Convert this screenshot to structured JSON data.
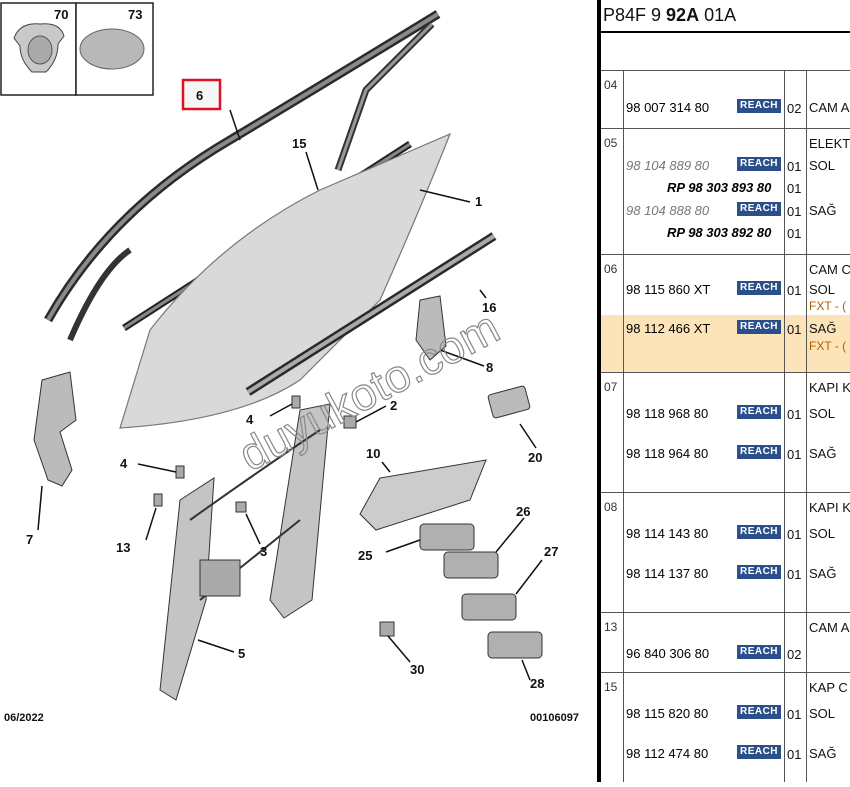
{
  "diagram": {
    "callouts": {
      "c1": "1",
      "c2": "2",
      "c3": "3",
      "c4a": "4",
      "c4b": "4",
      "c5": "5",
      "c6": "6",
      "c7": "7",
      "c8": "8",
      "c10": "10",
      "c13": "13",
      "c15": "15",
      "c16": "16",
      "c20": "20",
      "c25": "25",
      "c26": "26",
      "c27": "27",
      "c28": "28",
      "c30": "30",
      "c70": "70",
      "c73": "73"
    },
    "footer_date": "06/2022",
    "footer_code": "00106097",
    "watermark": "duyukoto.com"
  },
  "panel": {
    "header": {
      "pre": "P84F 9 ",
      "bold": "92A",
      "post": " 01A"
    },
    "badge": "REACH",
    "groups": [
      {
        "num": "04",
        "rows": [
          {
            "pn": "98 007 314 80",
            "style": "normal",
            "reach": true,
            "qty": "02",
            "desc": "CAM A"
          }
        ]
      },
      {
        "num": "05",
        "rows": [
          {
            "pn": "",
            "style": "normal",
            "reach": false,
            "qty": "",
            "desc": "ELEKT"
          },
          {
            "pn": "98 104 889 80",
            "style": "old",
            "reach": true,
            "qty": "01",
            "desc": "SOL"
          },
          {
            "pn": "RP 98 303 893 80",
            "style": "rp",
            "reach": false,
            "qty": "01",
            "desc": ""
          },
          {
            "pn": "98 104 888 80",
            "style": "old",
            "reach": true,
            "qty": "01",
            "desc": "SAĞ"
          },
          {
            "pn": "RP 98 303 892 80",
            "style": "rp",
            "reach": false,
            "qty": "01",
            "desc": ""
          }
        ]
      },
      {
        "num": "06",
        "rows": [
          {
            "pn": "",
            "style": "normal",
            "reach": false,
            "qty": "",
            "desc": "CAM C"
          },
          {
            "pn": "98 115 860 XT",
            "style": "normal",
            "reach": true,
            "qty": "01",
            "desc": "SOL"
          },
          {
            "pn": "",
            "style": "normal",
            "reach": false,
            "qty": "",
            "desc": "FXT - (",
            "sub": true
          },
          {
            "pn": "98 112 466 XT",
            "style": "normal",
            "reach": true,
            "qty": "01",
            "desc": "SAĞ",
            "highlight": true
          },
          {
            "pn": "",
            "style": "normal",
            "reach": false,
            "qty": "",
            "desc": "FXT - (",
            "sub": true
          }
        ]
      },
      {
        "num": "07",
        "rows": [
          {
            "pn": "",
            "style": "normal",
            "reach": false,
            "qty": "",
            "desc": "KAPI K"
          },
          {
            "pn": "98 118 968 80",
            "style": "normal",
            "reach": true,
            "qty": "01",
            "desc": "SOL"
          },
          {
            "pn": "98 118 964 80",
            "style": "normal",
            "reach": true,
            "qty": "01",
            "desc": "SAĞ"
          }
        ]
      },
      {
        "num": "08",
        "rows": [
          {
            "pn": "",
            "style": "normal",
            "reach": false,
            "qty": "",
            "desc": "KAPI K"
          },
          {
            "pn": "98 114 143 80",
            "style": "normal",
            "reach": true,
            "qty": "01",
            "desc": "SOL"
          },
          {
            "pn": "98 114 137 80",
            "style": "normal",
            "reach": true,
            "qty": "01",
            "desc": "SAĞ"
          }
        ]
      },
      {
        "num": "13",
        "rows": [
          {
            "pn": "",
            "style": "normal",
            "reach": false,
            "qty": "",
            "desc": "CAM A"
          },
          {
            "pn": "96 840 306 80",
            "style": "normal",
            "reach": true,
            "qty": "02",
            "desc": ""
          }
        ]
      },
      {
        "num": "15",
        "rows": [
          {
            "pn": "",
            "style": "normal",
            "reach": false,
            "qty": "",
            "desc": "KAP C"
          },
          {
            "pn": "98 115 820 80",
            "style": "normal",
            "reach": true,
            "qty": "01",
            "desc": "SOL"
          },
          {
            "pn": "98 112 474 80",
            "style": "normal",
            "reach": true,
            "qty": "01",
            "desc": "SAĞ"
          }
        ]
      }
    ]
  }
}
